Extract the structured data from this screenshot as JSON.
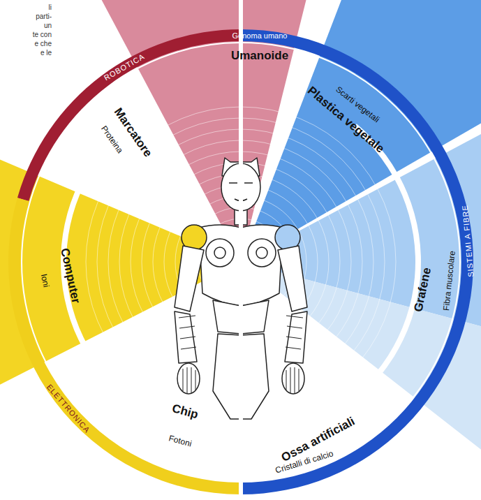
{
  "diagram": {
    "nodes": [
      {
        "text": [
          "Umanoide",
          "Genoma umano"
        ]
      },
      {
        "text": [
          "Marcatore",
          "Proteina"
        ]
      },
      {
        "text": [
          "Plastica vegetale",
          "Scarti vegetali"
        ]
      },
      {
        "text": [
          "Computer",
          "Ioni"
        ]
      },
      {
        "text": [
          "Grafene",
          "Fibra muscolare"
        ]
      },
      {
        "text": [
          "Chip",
          "Fotoni"
        ]
      },
      {
        "text": [
          "Ossa artificiali",
          "Cristalli di calcio"
        ]
      }
    ],
    "labels": [
      "li",
      "parti-",
      "un",
      "te con",
      "e che",
      "e le",
      "ROBOTICA",
      "ELETTRONICA",
      "SISTEMI A FIBRE"
    ]
  }
}
